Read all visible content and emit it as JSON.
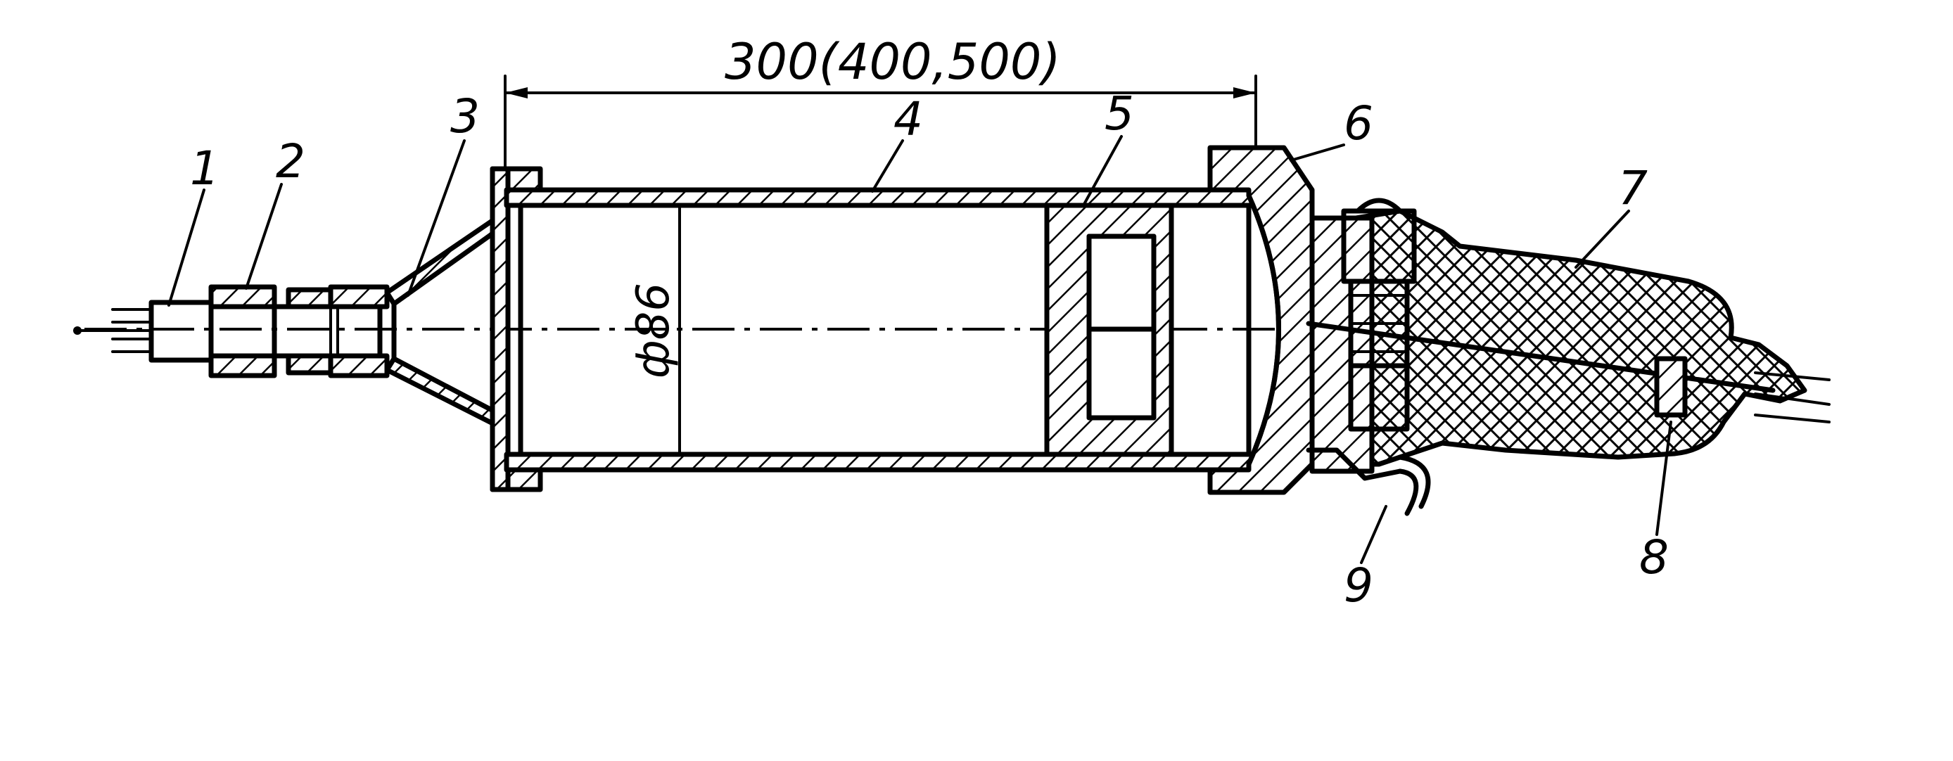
{
  "drawing": {
    "dimension_length": "300(400,500)",
    "dimension_diameter": "ф86",
    "callouts": [
      {
        "id": "1",
        "text": "1"
      },
      {
        "id": "2",
        "text": "2"
      },
      {
        "id": "3",
        "text": "3"
      },
      {
        "id": "4",
        "text": "4"
      },
      {
        "id": "5",
        "text": "5"
      },
      {
        "id": "6",
        "text": "6"
      },
      {
        "id": "7",
        "text": "7"
      },
      {
        "id": "8",
        "text": "8"
      },
      {
        "id": "9",
        "text": "9"
      }
    ]
  }
}
